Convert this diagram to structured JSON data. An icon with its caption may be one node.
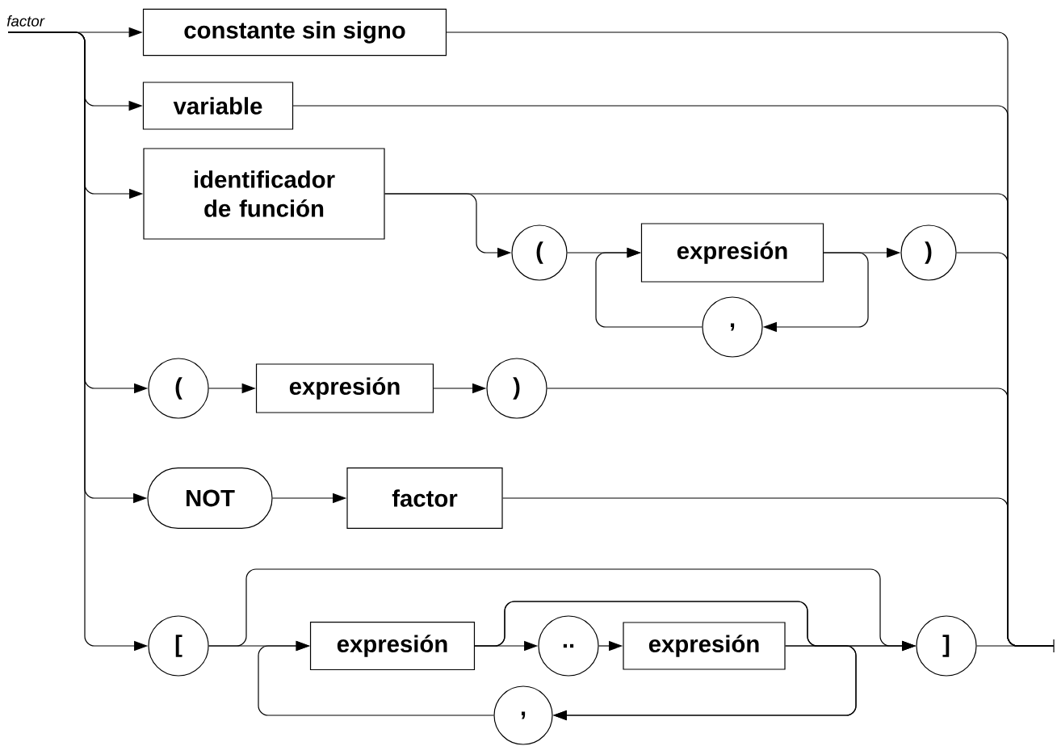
{
  "diagram": {
    "title": "factor",
    "nodes": [
      {
        "text": [
          "constante sin signo"
        ]
      },
      {
        "text": [
          "variable"
        ]
      },
      {
        "text": [
          "identificador de función"
        ]
      },
      {
        "text": [
          "("
        ]
      },
      {
        "text": [
          "expresión"
        ]
      },
      {
        "text": [
          ")"
        ]
      },
      {
        "text": [
          ","
        ]
      },
      {
        "text": [
          "("
        ]
      },
      {
        "text": [
          "expresión"
        ]
      },
      {
        "text": [
          ")"
        ]
      },
      {
        "text": [
          "NOT"
        ]
      },
      {
        "text": [
          "factor"
        ]
      },
      {
        "text": [
          "["
        ]
      },
      {
        "text": [
          "expresión"
        ]
      },
      {
        "text": [
          ".."
        ]
      },
      {
        "text": [
          "expresión"
        ]
      },
      {
        "text": [
          ","
        ]
      },
      {
        "text": [
          "]"
        ]
      }
    ],
    "edges": [
      {
        "from": null,
        "to": 0,
        "arrow": "to"
      },
      {
        "from": null,
        "to": 1,
        "arrow": "to"
      },
      {
        "from": null,
        "to": 2,
        "arrow": "to"
      },
      {
        "from": null,
        "to": 7,
        "arrow": "to"
      },
      {
        "from": null,
        "to": 10,
        "arrow": "to"
      },
      {
        "from": null,
        "to": 12,
        "arrow": "to"
      },
      {
        "from": 0,
        "to": null,
        "arrow": "none"
      },
      {
        "from": 1,
        "to": null,
        "arrow": "none"
      },
      {
        "from": 2,
        "to": null,
        "arrow": "none"
      },
      {
        "from": 2,
        "to": 3,
        "arrow": "to"
      },
      {
        "from": 3,
        "to": 4,
        "arrow": "to"
      },
      {
        "from": 4,
        "to": 5,
        "arrow": "to"
      },
      {
        "from": 4,
        "to": 6,
        "arrow": "to"
      },
      {
        "from": 6,
        "to": 4,
        "arrow": "to"
      },
      {
        "from": 5,
        "to": null,
        "arrow": "none"
      },
      {
        "from": 7,
        "to": 8,
        "arrow": "to"
      },
      {
        "from": 8,
        "to": 9,
        "arrow": "to"
      },
      {
        "from": 9,
        "to": null,
        "arrow": "none"
      },
      {
        "from": 10,
        "to": 11,
        "arrow": "to"
      },
      {
        "from": 11,
        "to": null,
        "arrow": "none"
      },
      {
        "from": 12,
        "to": 13,
        "arrow": "to"
      },
      {
        "from": 12,
        "to": 17,
        "arrow": "to"
      },
      {
        "from": 13,
        "to": 14,
        "arrow": "to"
      },
      {
        "from": 14,
        "to": 15,
        "arrow": "to"
      },
      {
        "from": 15,
        "to": 17,
        "arrow": "to"
      },
      {
        "from": 13,
        "to": 17,
        "arrow": "to"
      },
      {
        "from": 15,
        "to": 16,
        "arrow": "to"
      },
      {
        "from": 13,
        "to": 16,
        "arrow": "to"
      },
      {
        "from": 16,
        "to": 13,
        "arrow": "to"
      },
      {
        "from": 17,
        "to": null,
        "arrow": "none"
      }
    ]
  }
}
